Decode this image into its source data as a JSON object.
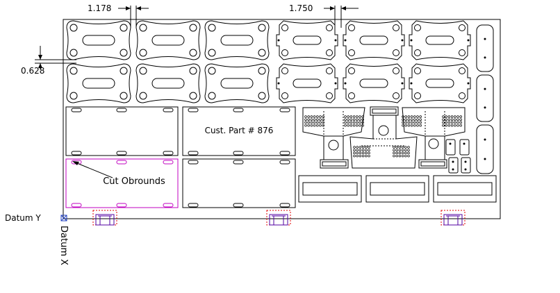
{
  "dimensions": {
    "horizontal_pitch_left": "1.178",
    "horizontal_pitch_right": "1.750",
    "vertical_pitch": "0.628"
  },
  "labels": {
    "customer_part": "Cust. Part # 876",
    "cut_obrounds": "Cut Obrounds",
    "datum_y": "Datum Y",
    "datum_x": "Datum X"
  },
  "colors": {
    "outline": "#000000",
    "highlight": "#c000c0",
    "clamp_dashed": "#e00000",
    "clamp_solid": "#5000a0",
    "datum_marker": "#2040c0"
  },
  "layout_counts": {
    "pad_rows": 2,
    "rounded_pads_per_row": 3,
    "notched_pads_per_row": 3,
    "plates": 4,
    "slot_frames": 3,
    "fixture_clamps": 3
  }
}
